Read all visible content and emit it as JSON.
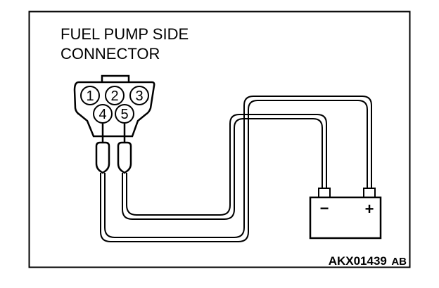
{
  "title": {
    "line1": "FUEL PUMP SIDE",
    "line2": "CONNECTOR"
  },
  "connector": {
    "pins": [
      "1",
      "2",
      "3",
      "4",
      "5"
    ]
  },
  "battery": {
    "negative": "−",
    "positive": "+"
  },
  "figure_code": {
    "main": "AKX01439",
    "suffix": "AB"
  },
  "colors": {
    "line": "#000000",
    "background": "#ffffff"
  }
}
